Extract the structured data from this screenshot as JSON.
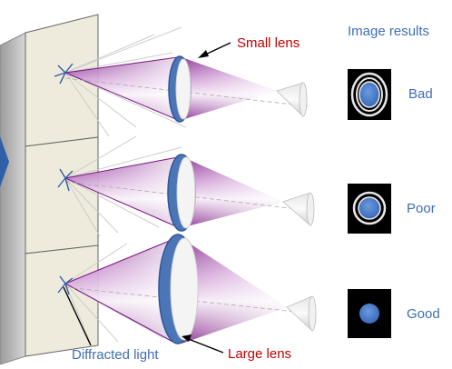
{
  "labels": {
    "small_lens": "Small lens",
    "large_lens": "Large lens",
    "diffracted_light": "Diffracted light",
    "image_results": "Image results"
  },
  "results": [
    {
      "quality": "Bad"
    },
    {
      "quality": "Poor"
    },
    {
      "quality": "Good"
    }
  ],
  "colors": {
    "label_red": "#c00000",
    "label_blue": "#3f6eb5",
    "lens_blue": "#4a76b8",
    "cone_purple": "#8a1b8f",
    "wall": "#efebdc",
    "spot": "#4a7fd0"
  }
}
